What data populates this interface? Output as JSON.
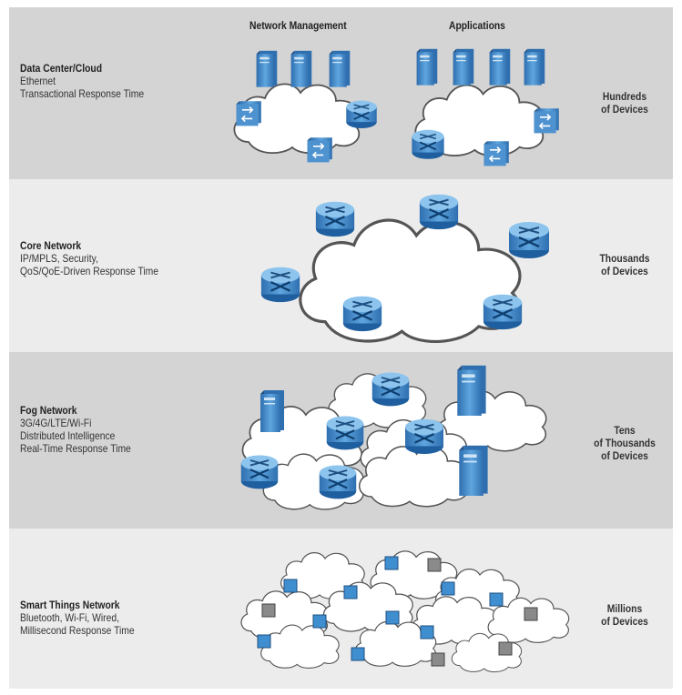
{
  "columns": {
    "network_management": "Network Management",
    "applications": "Applications"
  },
  "tiers": [
    {
      "title": "Data Center/Cloud",
      "lines": [
        "Ethernet",
        "Transactional Response Time"
      ],
      "scale": [
        "Hundreds",
        "of Devices"
      ]
    },
    {
      "title": "Core Network",
      "lines": [
        "IP/MPLS, Security,",
        "QoS/QoE-Driven Response Time"
      ],
      "scale": [
        "Thousands",
        "of Devices"
      ]
    },
    {
      "title": "Fog Network",
      "lines": [
        "3G/4G/LTE/Wi-Fi",
        "Distributed Intelligence",
        "Real-Time Response Time"
      ],
      "scale": [
        "Tens",
        "of Thousands",
        "of Devices"
      ]
    },
    {
      "title": "Smart Things Network",
      "lines": [
        "Bluetooth, Wi-Fi, Wired,",
        "Millisecond Response Time"
      ],
      "scale": [
        "Millions",
        "of Devices"
      ]
    }
  ],
  "icons": {
    "server": "server-icon",
    "router": "router-icon",
    "switch": "switch-icon",
    "cloud": "cloud-icon",
    "sensor": "sensor-icon"
  },
  "colors": {
    "band_dark": "#d4d4d4",
    "band_light": "#ececec",
    "device_blue": "#3f8fd0",
    "device_gray": "#8a8a8a"
  }
}
